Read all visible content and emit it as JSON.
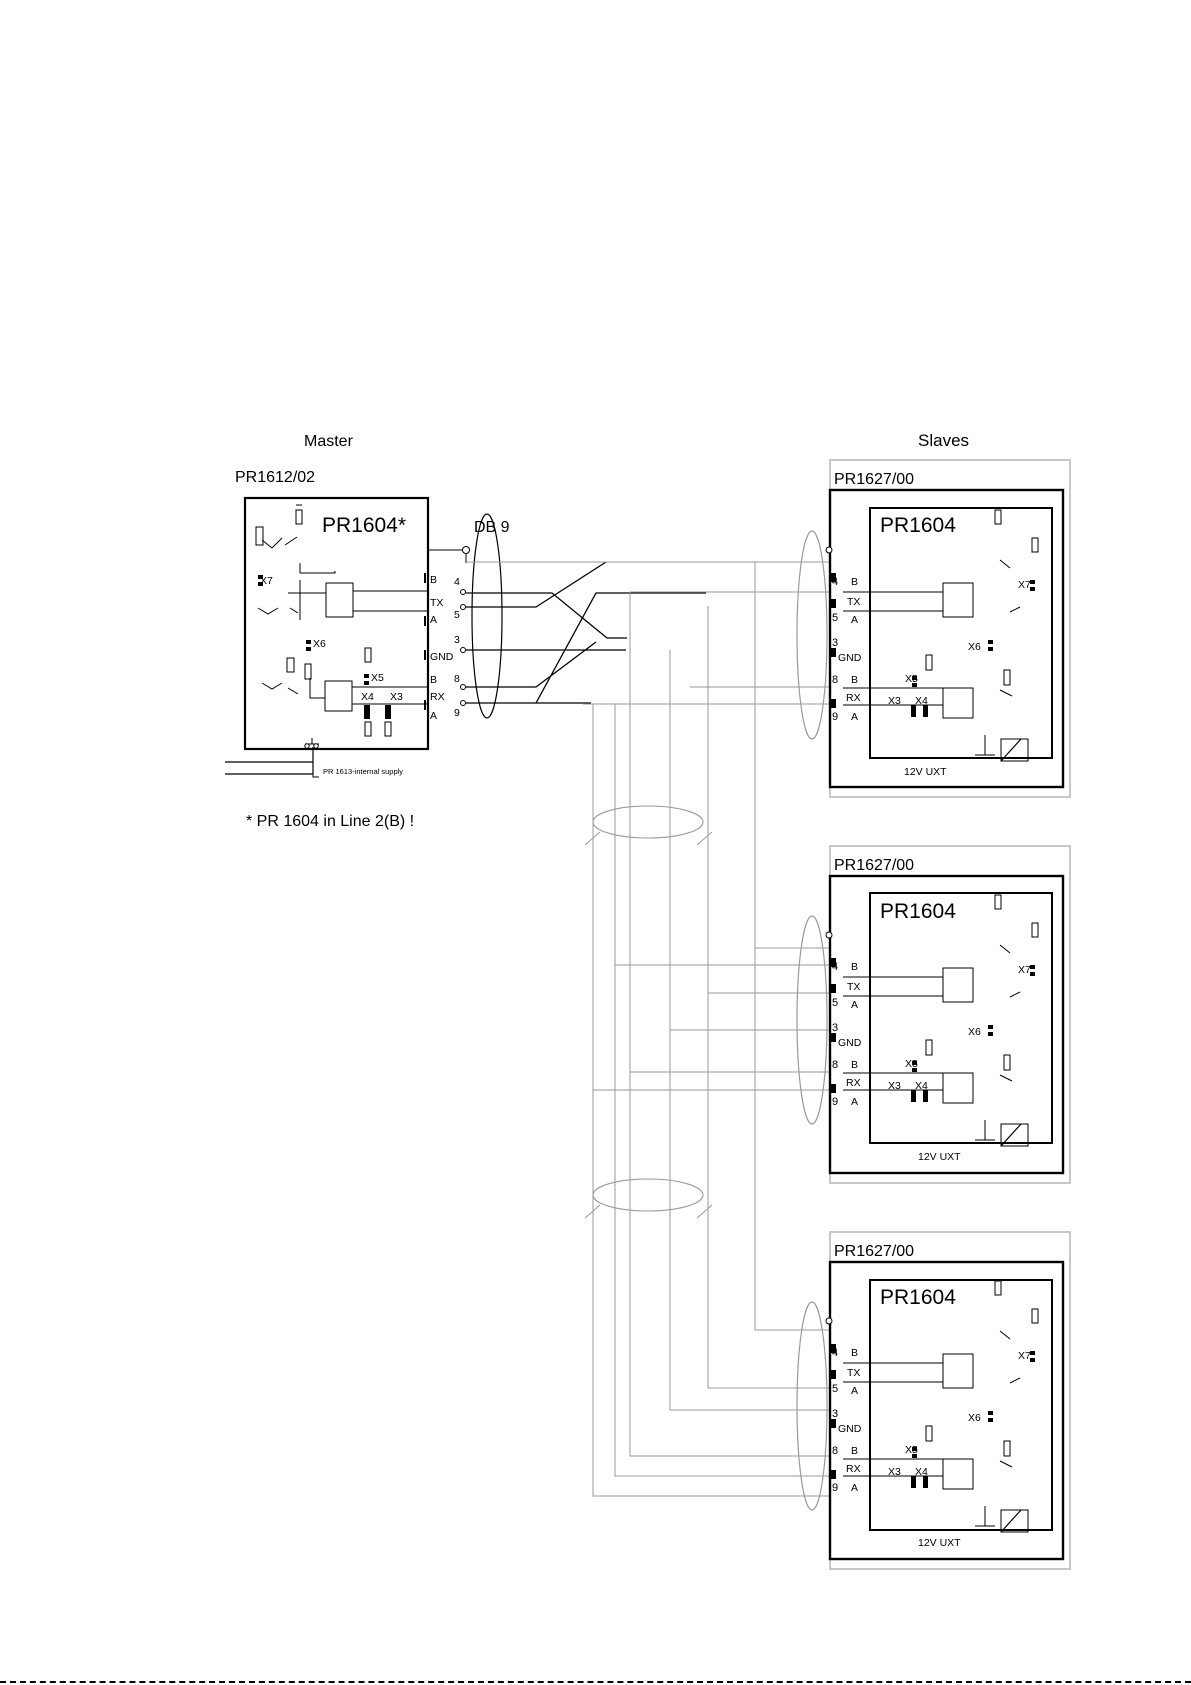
{
  "master": {
    "heading": "Master",
    "device": "PR1612/02",
    "module": "PR1604*",
    "connector": "DB 9",
    "supply_note": "PR 1613-internal supply",
    "footnote": "* PR 1604 in Line 2(B) !",
    "terminals": [
      "B",
      "TX",
      "A",
      "GND",
      "B",
      "RX",
      "A"
    ],
    "jumpers": [
      "X7",
      "X6",
      "X5",
      "X4",
      "X3"
    ],
    "pins": [
      "4",
      "5",
      "3",
      "8",
      "9"
    ]
  },
  "slaves": {
    "heading": "Slaves",
    "units": [
      {
        "device": "PR1627/00",
        "module": "PR1604",
        "supply": "12V UXT"
      },
      {
        "device": "PR1627/00",
        "module": "PR1604",
        "supply": "12V UXT"
      },
      {
        "device": "PR1627/00",
        "module": "PR1604",
        "supply": "12V UXT"
      }
    ],
    "pins": [
      "4",
      "5",
      "3",
      "8",
      "9"
    ],
    "terminals": [
      "B",
      "TX",
      "A",
      "GND",
      "B",
      "RX",
      "A"
    ],
    "jumpers": [
      "X7",
      "X6",
      "X5",
      "X3",
      "X4"
    ]
  }
}
